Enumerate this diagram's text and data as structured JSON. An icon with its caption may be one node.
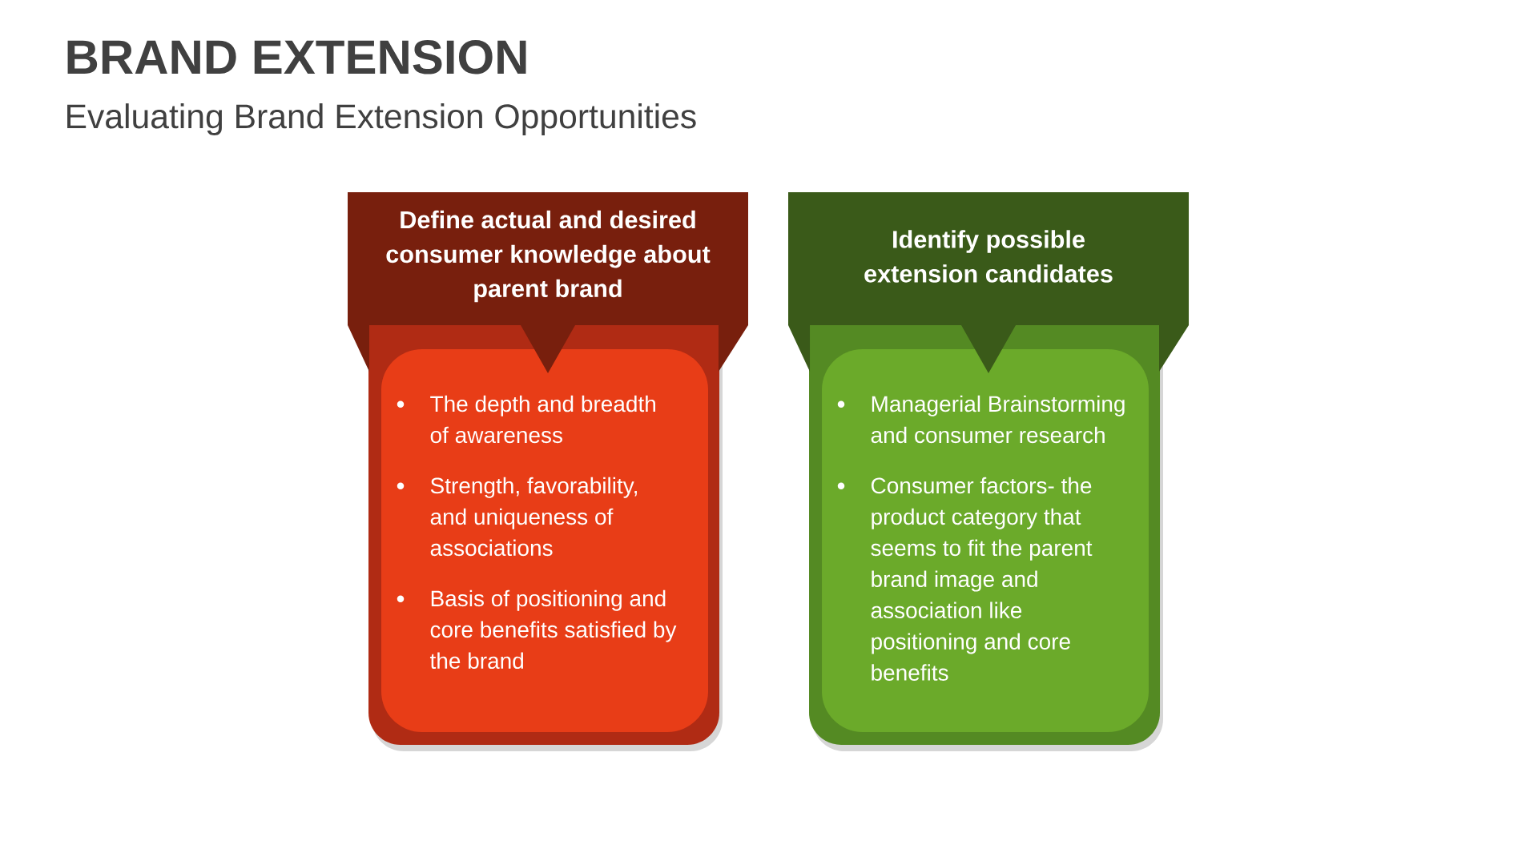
{
  "diagram": {
    "title": "BRAND EXTENSION",
    "nodes": [
      {
        "text": [
          "Define actual and desired consumer knowledge about parent brand"
        ]
      },
      {
        "text": [
          "The depth and breadth of awareness",
          "Strength, favorability, and uniqueness of associations",
          "Basis of positioning and core benefits satisfied by the brand"
        ],
        "in": 0
      },
      {
        "text": [
          "Identify possible extension candidates"
        ]
      },
      {
        "text": [
          "Managerial Brainstorming and consumer research",
          "Consumer factors- the product category that seems to fit the parent brand image and association like positioning and core benefits"
        ],
        "in": 2
      }
    ],
    "labels": [
      "Evaluating Brand Extension Opportunities"
    ]
  }
}
